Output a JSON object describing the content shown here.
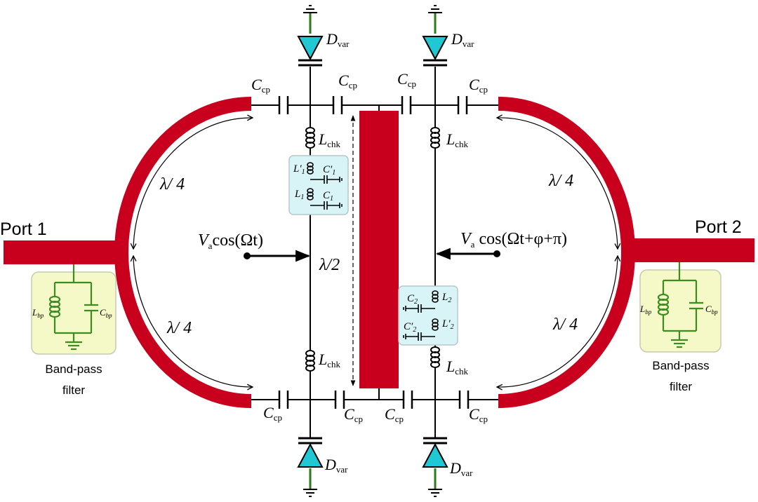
{
  "ports": {
    "left": "Port 1",
    "right": "Port 2"
  },
  "labels": {
    "quarter_wave": "λ/ 4",
    "half_wave": "λ/2",
    "cap_main": "C",
    "cap_main_sub": "cp",
    "choke": "L",
    "choke_sub": "chk",
    "varactor": "D",
    "varactor_sub": "var",
    "bp_inductor": "L",
    "bp_inductor_sub": "bp",
    "bp_capacitor": "C",
    "bp_capacitor_sub": "bp",
    "l1p": "L′",
    "l1p_sub": "1",
    "c1p": "C′",
    "c1p_sub": "1",
    "l1": "L",
    "l1_sub": "1",
    "c1": "C",
    "c1_sub": "1",
    "l2": "L",
    "l2_sub": "2",
    "c2": "C",
    "c2_sub": "2",
    "l2p": "L′",
    "l2p_sub": "2",
    "c2p": "C′",
    "c2p_sub": "2"
  },
  "filter_label": {
    "line1": "Band-pass",
    "line2": "filter"
  },
  "modulation": {
    "left_v": "V",
    "left_sub": "a",
    "left_expr": "cos(Ωt)",
    "right_v": "V",
    "right_sub": "a",
    "right_expr": "cos(Ωt+φ+π)"
  },
  "colors": {
    "microstrip": "#c8001e",
    "diode": "#1fc8d2",
    "filter_bg": "#f5f9c8",
    "filter_wire": "#3c8c1e",
    "lc_box_bg": "#d8f4f6",
    "wire": "#000000"
  }
}
